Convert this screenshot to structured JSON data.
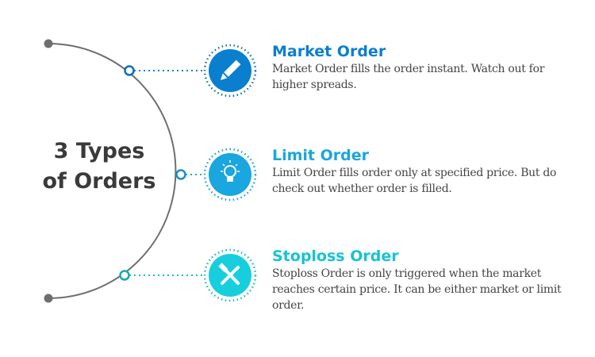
{
  "title_lines": [
    "3 Types",
    "of Orders"
  ],
  "items": [
    {
      "heading": "Market Order",
      "text": "Market Order fills the order instant. Watch out for higher spreads.",
      "icon": "pencil-icon",
      "color": "#0a7fcf"
    },
    {
      "heading": "Limit Order",
      "text": "Limit Order fills order only at specified price. But do check out whether order is filled.",
      "icon": "lightbulb-icon",
      "color": "#1aa6de"
    },
    {
      "heading": "Stoploss Order",
      "text": "Stoploss Order is only triggered when the market reaches certain price. It can be either market or limit order.",
      "icon": "tools-icon",
      "color": "#17cfdc"
    }
  ]
}
